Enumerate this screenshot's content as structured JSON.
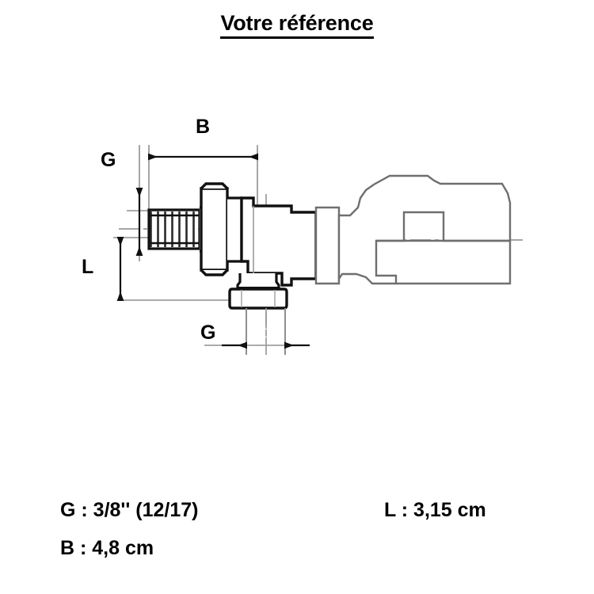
{
  "page": {
    "title": "Votre référence",
    "background_color": "#ffffff",
    "line_color": "#1a1a1a",
    "secondary_line_color": "#8a8a8a"
  },
  "drawing": {
    "name": "angle-radiator-valve-technical-drawing",
    "dimension_labels": {
      "b": "B",
      "g_vertical": "G",
      "l": "L",
      "g_horizontal": "G"
    },
    "parts": {
      "male_thread": "threaded-male-connector",
      "union_nut": "hex-union-nut",
      "valve_body": "angle-valve-body",
      "bottom_outlet": "bottom-outlet-nut",
      "valve_head": "valve-head-handle"
    }
  },
  "specs": {
    "g": "G : 3/8'' (12/17)",
    "l": "L : 3,15 cm",
    "b": "B : 4,8 cm"
  }
}
